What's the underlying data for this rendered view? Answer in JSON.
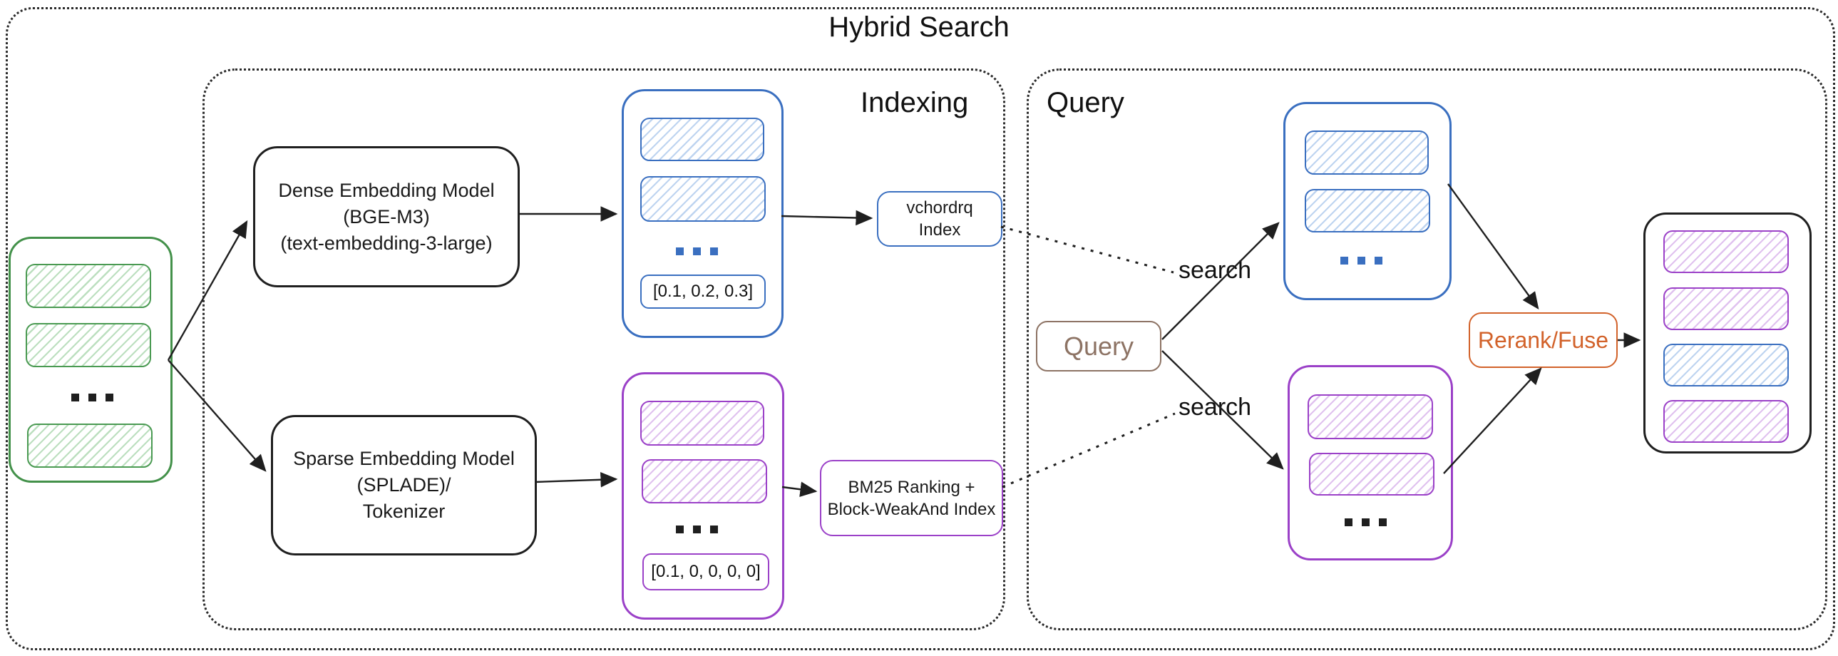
{
  "title": "Hybrid Search",
  "source_documents": {
    "ellipsis": "..."
  },
  "indexing": {
    "section_label": "Indexing",
    "dense_model": {
      "line1": "Dense Embedding Model",
      "line2": "(BGE-M3)",
      "line3": "(text-embedding-3-large)"
    },
    "sparse_model": {
      "line1": "Sparse Embedding Model",
      "line2": "(SPLADE)/",
      "line3": "Tokenizer"
    },
    "dense_vectors": {
      "ellipsis": "...",
      "sample_vector": "[0.1, 0.2, 0.3]"
    },
    "sparse_vectors": {
      "ellipsis": "...",
      "sample_vector": "[0.1, 0, 0, 0, 0]"
    },
    "dense_index": {
      "line1": "vchordrq",
      "line2": "Index"
    },
    "sparse_index": {
      "line1": "BM25 Ranking +",
      "line2": "Block-WeakAnd Index"
    }
  },
  "query": {
    "section_label": "Query",
    "query_node_label": "Query",
    "search_label_top": "search",
    "search_label_bottom": "search",
    "dense_results": {
      "ellipsis": "..."
    },
    "sparse_results": {
      "ellipsis": "..."
    },
    "rerank_node_label": "Rerank/Fuse"
  },
  "colors": {
    "blue": "#3a6fc0",
    "purple": "#9b41c8",
    "green": "#43914a",
    "orange": "#d2622a",
    "brown": "#8d7364",
    "ink": "#1a1a1a"
  }
}
